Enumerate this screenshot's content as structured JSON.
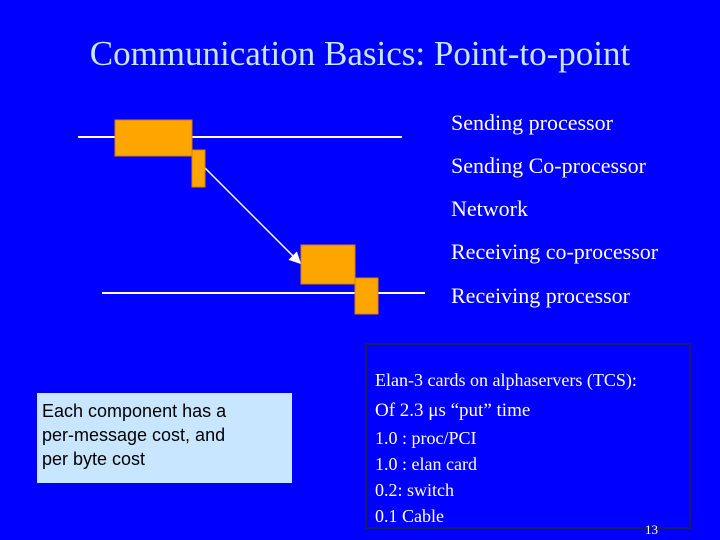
{
  "title": "Communication Basics: Point-to-point",
  "roles": [
    "Sending processor",
    "Sending Co-processor",
    "Network",
    "Receiving co-processor",
    "Receiving processor"
  ],
  "note": {
    "lines": [
      "Each component has a",
      "per-message cost, and",
      "per byte cost"
    ]
  },
  "info": {
    "heading": "Elan-3 cards on alphaservers (TCS):",
    "total": "Of 2.3 μs “put” time",
    "items": [
      "1.0 : proc/PCI",
      "1.0 : elan card",
      "0.2: switch",
      "0.1 Cable"
    ]
  },
  "page_number": "13",
  "colors": {
    "background": "#0000ff",
    "title": "#c8e6ff",
    "block": "#ffa500",
    "note_box": "#c8e6ff"
  }
}
